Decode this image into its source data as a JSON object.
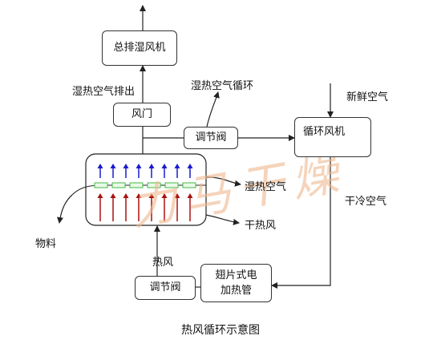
{
  "boxes": {
    "exhaust_fan": "总排湿风机",
    "damper": "风门",
    "valve_top": "调节阀",
    "circ_fan": "循环风机",
    "heater": "翅片式电加热管",
    "valve_bottom": "调节阀"
  },
  "labels": {
    "humid_exhaust": "湿热空气排出",
    "humid_circulation": "湿热空气循环",
    "fresh_air": "新鲜空气",
    "humid_air": "湿热空气",
    "dry_cold_air": "干冷空气",
    "dry_hot_air": "干热风",
    "hot_air": "热风",
    "material": "物料",
    "caption": "热风循环示意图"
  },
  "watermark": "力马干燥",
  "colors": {
    "line": "#222222",
    "up_arrow_blue": "#1a1acc",
    "up_arrow_red": "#aa1111",
    "tray_green": "#44bb44",
    "tray_fill": "#e9f9e9",
    "watermark": "#f0b98f"
  }
}
